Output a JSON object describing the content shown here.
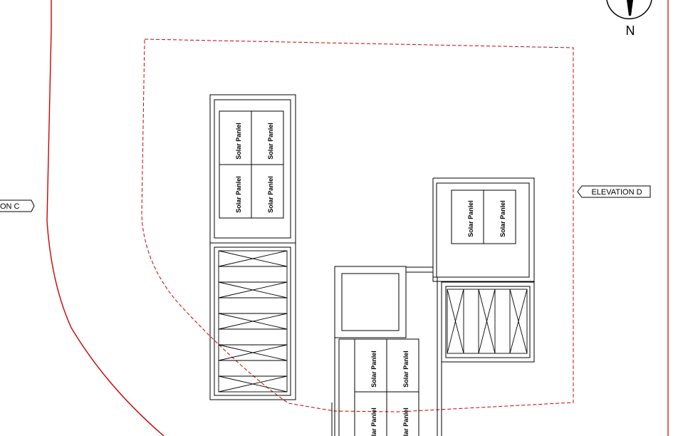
{
  "labels": {
    "elevation_c": "ON C",
    "elevation_d": "ELEVATION D",
    "north": "N"
  },
  "panels": {
    "p1": "Solar Panlel",
    "p2": "Solar Panlel",
    "p3": "Solar Panlel",
    "p4": "Solar Panlel",
    "p5": "Solar Panlel",
    "p6": "Solar Panlel",
    "p7": "Solar Panlel",
    "p8": "Solar Panlel",
    "p9": "Solar Panlel",
    "p10": "Solar Panlel"
  },
  "colors": {
    "property_line": "#cc0000",
    "linework": "#000000"
  }
}
